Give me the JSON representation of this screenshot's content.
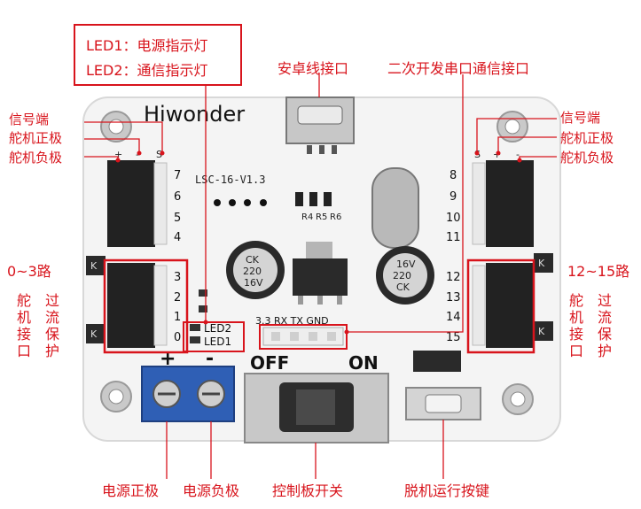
{
  "annotations": {
    "led1_desc": "LED1：电源指示灯",
    "led2_desc": "LED2：通信指示灯",
    "usb": "安卓线接口",
    "serial": "二次开发串口通信接口",
    "left_signal": "信号端",
    "left_pos": "舵机正极",
    "left_neg": "舵机负极",
    "right_signal": "信号端",
    "right_pos": "舵机正极",
    "right_neg": "舵机负极",
    "range_left": "0~3路",
    "range_right": "12~15路",
    "servo_port": "舵机接口",
    "overcurrent": "过流保护",
    "servo_port_r": "舵机接口",
    "overcurrent_r": "过流保护",
    "power_pos": "电源正极",
    "power_neg": "电源负极",
    "switch": "控制板开关",
    "offline_key": "脱机运行按键"
  },
  "board": {
    "brand": "Hiwonder",
    "model": "LSC-16-V1.3",
    "cap_left": [
      "CK",
      "220",
      "16V"
    ],
    "cap_right": [
      "16V",
      "220",
      "CK"
    ],
    "serial_pins": "3.3 RX TX GND",
    "led2": "LED2",
    "led1": "LED1",
    "off": "OFF",
    "on": "ON",
    "plus": "+",
    "minus": "-",
    "s_label": "S",
    "r_labels": [
      "R6",
      "R5",
      "R4"
    ],
    "left_nums_top": [
      "7",
      "6",
      "5",
      "4"
    ],
    "left_nums_bottom": [
      "3",
      "2",
      "1",
      "0"
    ],
    "right_nums_top": [
      "8",
      "9",
      "10",
      "11"
    ],
    "right_nums_bottom": [
      "12",
      "13",
      "14",
      "15"
    ],
    "k": "K"
  },
  "colors": {
    "annotation": "#d8141c",
    "board": "#f4f4f4",
    "terminal": "#2f5fb5"
  }
}
